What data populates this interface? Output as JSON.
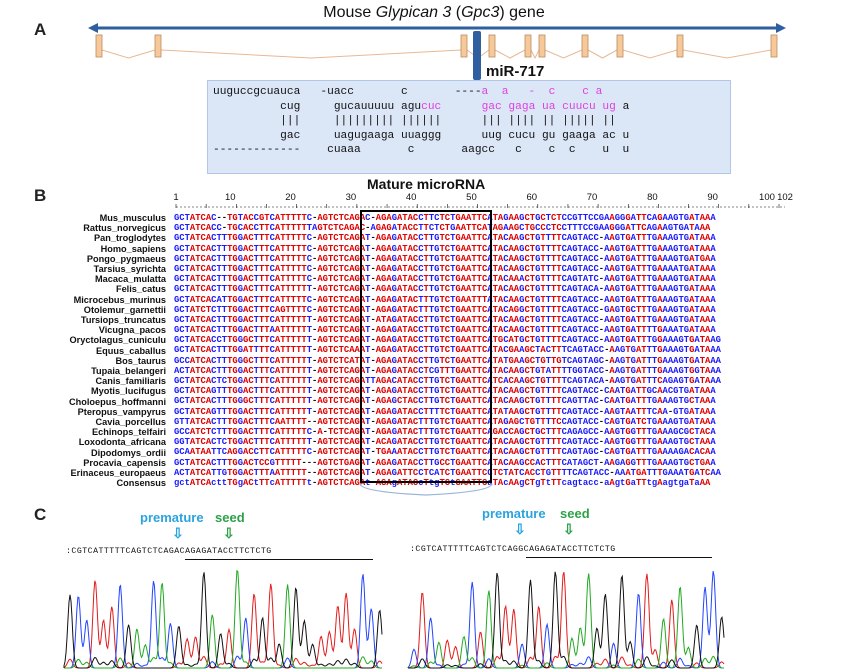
{
  "panels": {
    "a": "A",
    "b": "B",
    "c": "C"
  },
  "gene_title_prefix": "Mouse ",
  "gene_title_italic": "Glypican 3",
  "gene_title_paren_open": " (",
  "gene_title_symbol": "Gpc3",
  "gene_title_suffix": ") gene",
  "mir_label": "miR-717",
  "duplex": {
    "line1_a": "uuguccgcuauca   -uacc       c       ----",
    "line1_pink": "a  a   -  c    c a",
    "line2_a": "          cug     gucauuuuu agu",
    "line2_pink": "cuc",
    "line2_b": "      ",
    "line2_pink2": "gac gaga ua cuucu ug",
    "line2_c": " a",
    "line3": "          |||     ||||||||| ||||||      ||| |||| || ||||| ||",
    "line4": "          gac     uagugaaga uuaggg      uug cucu gu gaaga ac u",
    "line5": "-------------    cuaaa       c       aagcc   c    c  c    u  u"
  },
  "mature_title": "Mature microRNA",
  "ruler_ticks": [
    "1",
    "10",
    "20",
    "30",
    "40",
    "50",
    "60",
    "70",
    "80",
    "90",
    "100",
    "102"
  ],
  "species": [
    "Mus_musculus",
    "Rattus_norvegicus",
    "Pan_troglodytes",
    "Homo_sapiens",
    "Pongo_pygmaeus",
    "Tarsius_syrichta",
    "Macaca_mulatta",
    "Felis_catus",
    "Microcebus_murinus",
    "Otolemur_garnettii",
    "Tursiops_truncatus",
    "Vicugna_pacos",
    "Oryctolagus_cuniculu",
    "Equus_caballus",
    "Bos_taurus",
    "Tupaia_belangeri",
    "Canis_familiaris",
    "Myotis_lucifugus",
    "Choloepus_hoffmanni",
    "Pteropus_vampyrus",
    "Cavia_porcellus",
    "Echinops_telfairi",
    "Loxodonta_africana",
    "Dipodomys_ordii",
    "Procavia_capensis",
    "Erinaceus_europaeus",
    "Consensus"
  ],
  "sequences": [
    "GCTATCAC--TGTACCGTCATTTTTC-AGTCTCAGAC-AGAGATACCTTCTCTGAATTCATAGAAGCTGCTCTCCGTTCCGAAGGGATTCAGAAGTGATAAA",
    "GCTATCACC-TGCACCTTCATTTTTTAGTCTCAGAC-AGAGATACCTTCTCTGAATTCATAGAAGCTGCCCTCCTTTCCGAAGGGATTCAGAAGTGATAAA",
    "GCTATCACTTTGGACTTTCATTTTTC-AGTCTCAGAT-AGAGATACCTTGTCTGAATTCATACAAGCTGTTTTCAGTACC-AAGTGATTTGAAAGTGATAAA",
    "GCTATCACTTTGGACTTTCATTTTTC-AGTCTCAGAT-AGAGATACCTTGTCTGAATTCATACAAGCTGTTTTCAGTACC-AAGTGATTTGAAAGTGATAAA",
    "GCTATCACTTTGGACTTTCATTTTTC-AGTCTCAGAT-AGAGATACCTTGTCTGAATTCATACAAGCTGTTTTCAGTACC-AAGTGATTTGAAAGTGATGAA",
    "GCTATCACTTTGGACTTTCATTTTTC-AGTCTCAGAT-AGAGATACCTTGTCTGAATTCATACAAGCTGTTTTCAGTACC-AAGTGATTTGAAAATGATAAA",
    "GCTATCACTTTGGACTTTCATTTTTC-AGTCTCAGAT-AGAGATACCTTGTCTGAATTCATACAAACTGTTTTCAGTATC-AAGTGATTTGAAAGTGATAAA",
    "GCTATCACTTTGGACTTTCATTTTTT-AGTCTCAGAT-AGAGATACCTTGTCTGAATTCATACAAGCTGTTTTCAGTACA-AAGTGATTTGAAAGTGATAAA",
    "GCTATCACATTGGACTTTCATTTTTC-AGTCTCAGAT-AGAGATACTTTGTCTGAATTTATACAAGCTGTTTTCAGTACC-AAGTGATTTGAAAGTGATAAA",
    "GCTATCTCTTTGGACTTTCAGTTTTC-AGTCTCAGAT-AGAGATACTTTGTCTGAATTCATACAGGCTGTTTTCAGTACC-GAGTGCTTTGAAAGTGATAAA",
    "GCTATCACTTTGGACTTTCATTTTTT-AGTCTCAGAT-ATAGATACCTTGTCTGAATTCATACAAGCTGTTTTCAGTACC-AAGTGATTTGAAAGTGATAAA",
    "GCTATCACTTTGGACTTTAATTTTTT-AGTCTCAGAT-AGAGATACCTTGTCTGAATTCATACAAGCTGTTTTCAGTACC-AAGTGATTTTGAAATGATAAA",
    "GCTATCACCTTGGGCTTTCATTTTTT-AGTCTCAGAT-AGAGATACCTTGTCTGAATTCATGCATGCTGTTTTCAGTACC-AAGTGATTTGGAAAGTGATAAG",
    "GCTATCACTTTGGATTTTCATTTTTT-AGTCTCAAAT-AGAGATACCTTGTCTGAATTCATACGAAGCTACTTTCAGTACC-AAGTGATTTGAAAGTGATAAA",
    "GCCATCACTTTGGGCTTTCATTTTTT-AGTCTCATAT-AGAGATACCTTGTCTGAATTCATATGAAGCTGTTGTCAGTAGC-AAGTGATTTGAAAGTGATAAA",
    "ACTATCACTTTGGACTTTCATTTTTT-AGTCTCAGAT-AGAGATACCTCGTTTGAATTCATACAAGCTGTATTTTGGTACC-AAGTGATTTGAAAGTGGTAAA",
    "GCTATCACTCTGGACTTTCATTTTTT-AGTCTCAGATTAGACATACCTTGTCTGAATTCATCACAAGCTGTTTTCAGTACA-AAGTGATTTCAGAGTGATAAA",
    "GCTATCAGTTTGGACTTTCATTTTTT-AGTCTCAGAT-AGAGATACCTTGTCTGAATTCATACAAGCTGTTTTCAGTACC-CAATGATTGCAACGTGATAAA",
    "GCTATCACTTTGGGCTTTCATTTTTT-AGTCTCAGAT-AGAGCTACCTTGTCTGAATTCATACAAGCTGTTTTCAGTTAC-CAATGATTTGAAAGTGCTAAA",
    "GCTATCAGTTTGGACTTTCATTTTTT-AGTCTCAGAT-AGAGATACCTTTTCTGAATTCATATAAGCTGTTTTCAGTACC-AAGTAATTTCAA-GTGATAAA",
    "GTTATCACTTTGGACTTTCAATTTT--AGTCTCAGAT-AGAGATACTTTGTCTGAATTCATAGAGCTGTTTTCCAGTACC-CAGTGATCTGAAAGTGATAAA",
    "GCCATCTCTTTGGACTTTCATTTTTC-A-TCTCAGAT-AGAGATACTTTGTCTGAATTCAGACCAGCTGCTTTCAGAGCC-AAGTGGTTTGAAAGCGCTACA",
    "GGTATCACTCTGGACTTTCATTTTTT-AGTCTCAGAT-ACAGATACCTTGTCTGAATTCATACAAGCTGTTTTCAGTACC-AAGTGGTTTGAAAGTGCTAAA",
    "GCAATAATTCAGGACCTTCATTTTTC-AGTCTCAGAT-TGAAATACCTTGTCTGAATTCATACAAGCTGTTTTCAGTAGC-CAGTGATTTGAAAAGACACAA",
    "GCTATCACTTTGGACTCCGTTTTT---AGTCTGAGAT-AGAGATACCTTGCCTGAATTCATACAAGCCACTTTCATAGCT-AAGAGGTTTGAAAGTGCTGAA",
    "ACTATCATTGTGGACTTTAATTTTT--AGTCTCAGAT-AGAGATTCCTCATCTGAATTCCTCTATCACCTGTTTTCAGTACC-AAATGATTTGAAATGATCAA",
    "gctATCActtTGgACtTTcATTTTTt-AGTCTCAGAt-AGAgATACcTtgTCtGAATTCaTAcAAgCTgTtTTcagtacc-aAgtGaTTtgAagtgaTaAA"
  ],
  "chromatogram": {
    "label_premature": "premature",
    "label_seed": "seed",
    "left_sequence": ":CGTCATTTTTCAGTCTCAGACAGAGATACCTTCTCTG",
    "right_sequence": ":CGTCATTTTTCAGTCTCAGGCAGAGATACCTTCTCTG"
  },
  "colors": {
    "gene_line": "#2f5f9e",
    "exon": "#f6c89a",
    "mir_bar": "#2f5f9e",
    "duplex_bg": "#dbe6f7",
    "pink": "#e040e0",
    "red": "#e00000",
    "blue": "#1a1aff",
    "trace_red": "#e21c1c",
    "trace_blue": "#2244ff",
    "trace_green": "#22aa22",
    "trace_black": "#111111"
  }
}
